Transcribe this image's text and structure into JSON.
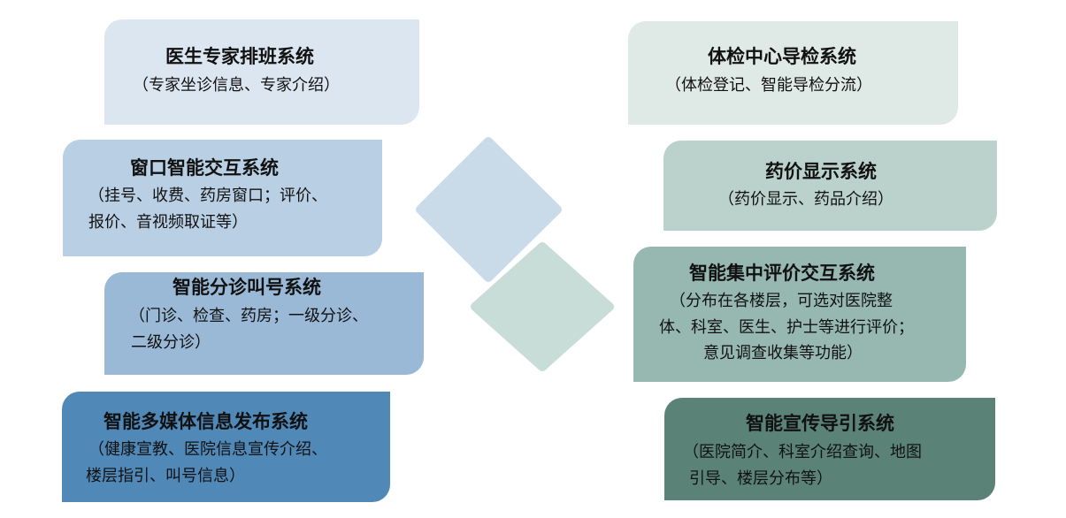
{
  "colors": {
    "left": [
      "#dce6f0",
      "#b9cfe4",
      "#9ab9d6",
      "#5088b8"
    ],
    "right": [
      "#dfe9e5",
      "#bad2cb",
      "#96b8b0",
      "#5a8277"
    ],
    "diamond_top": "#c9dbe8",
    "diamond_bottom": "#c9ddd8"
  },
  "left_boxes": [
    {
      "title": "医生专家排班系统",
      "lines": [
        "（专家坐诊信息、专家介绍）"
      ]
    },
    {
      "title": "窗口智能交互系统",
      "lines": [
        "（挂号、收费、药房窗口；评价、",
        "报价、音视频取证等）"
      ]
    },
    {
      "title": "智能分诊叫号系统",
      "lines": [
        "（门诊、检查、药房；一级分诊、",
        "二级分诊）"
      ]
    },
    {
      "title": "智能多媒体信息发布系统",
      "lines": [
        "（健康宣教、医院信息宣传介绍、",
        "楼层指引、叫号信息）"
      ]
    }
  ],
  "right_boxes": [
    {
      "title": "体检中心导检系统",
      "lines": [
        "（体检登记、智能导检分流）"
      ]
    },
    {
      "title": "药价显示系统",
      "lines": [
        "（药价显示、药品介绍）"
      ]
    },
    {
      "title": "智能集中评价交互系统",
      "lines": [
        "（分布在各楼层，可选对医院整",
        "体、科室、医生、护士等进行评价；",
        "意见调查收集等功能）"
      ]
    },
    {
      "title": "智能宣传导引系统",
      "lines": [
        "（医院简介、科室介绍查询、地图",
        "引导、楼层分布等）"
      ]
    }
  ]
}
